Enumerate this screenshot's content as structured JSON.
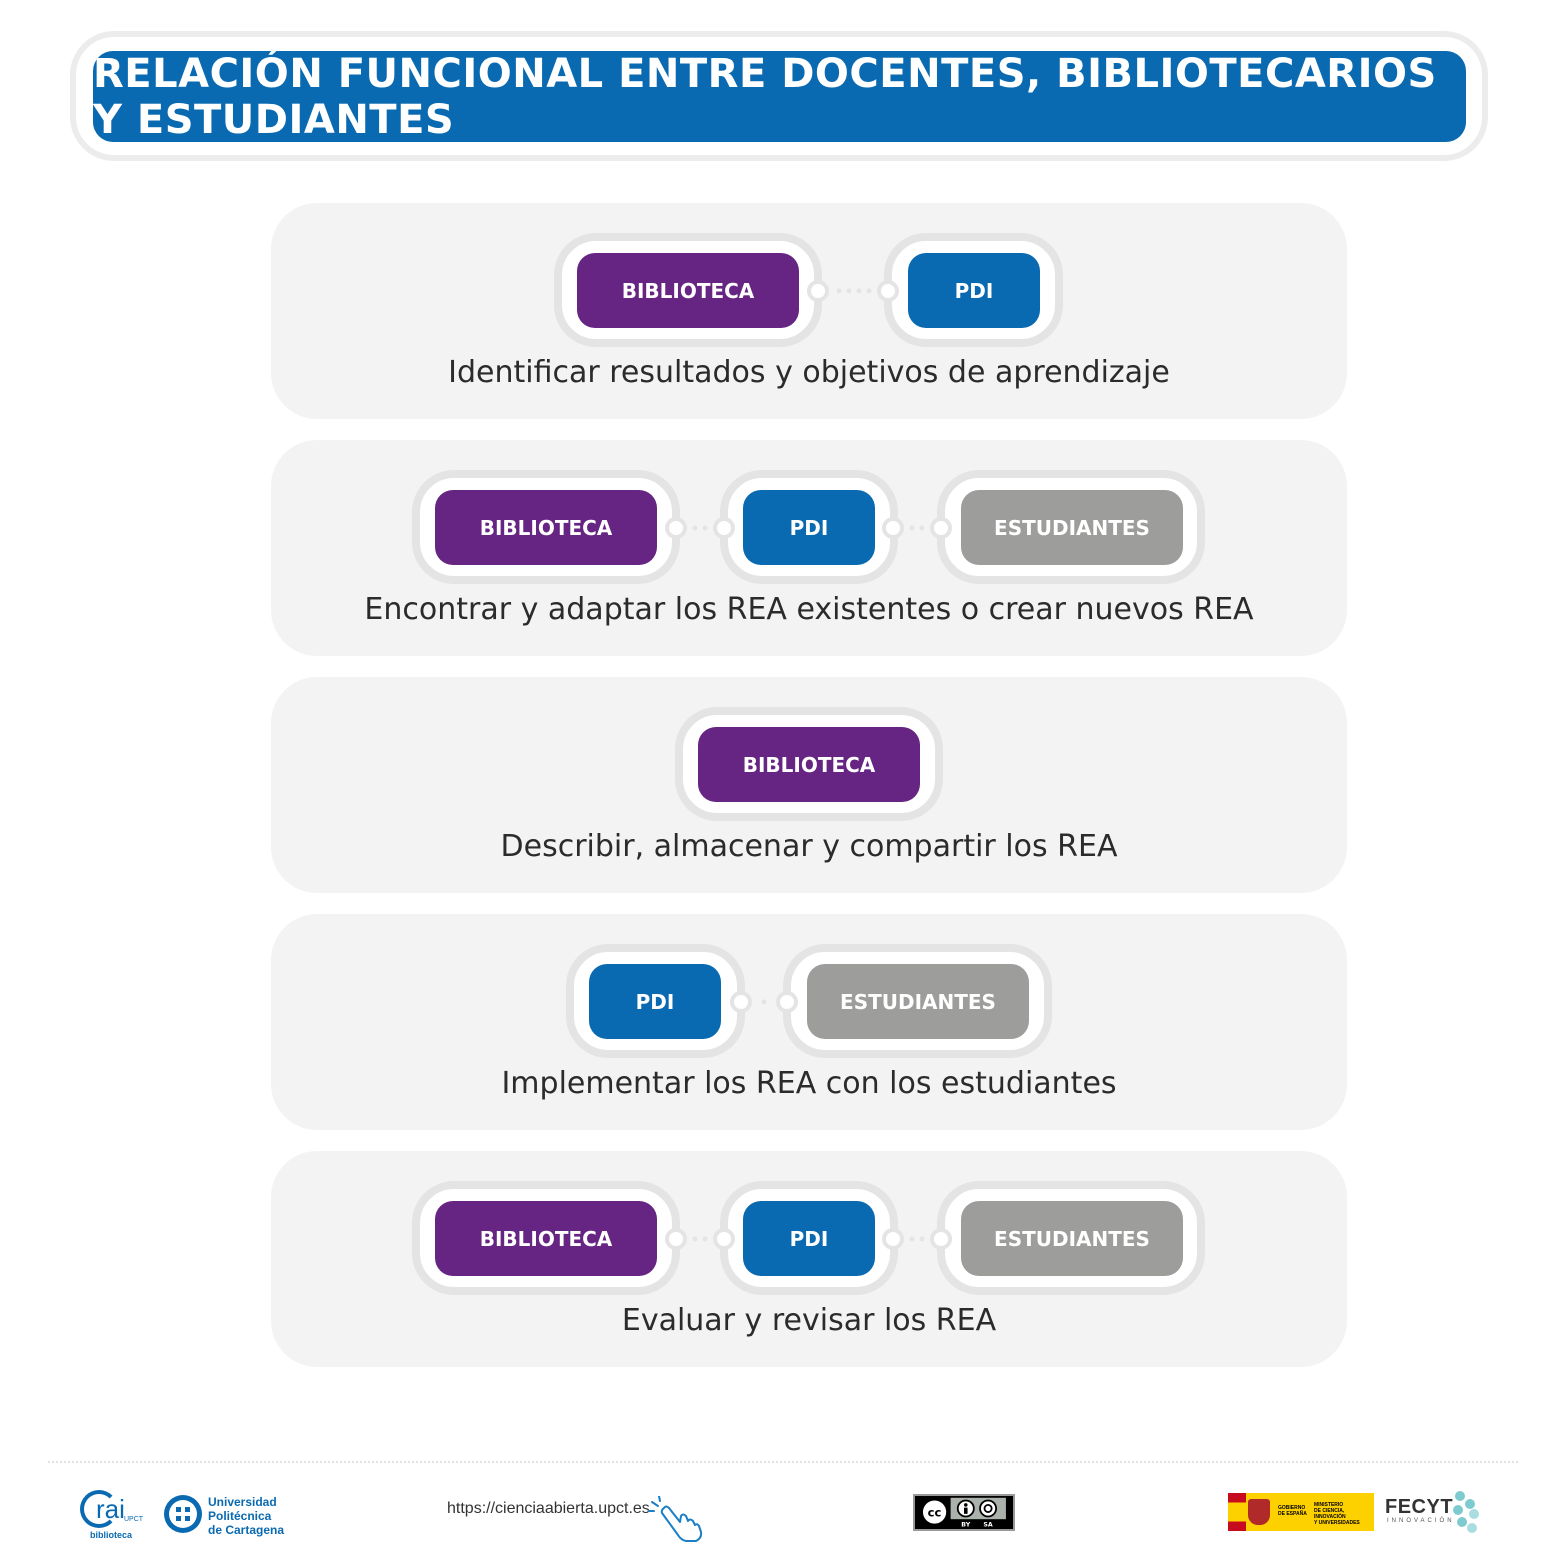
{
  "title": "RELACIÓN FUNCIONAL ENTRE DOCENTES, BIBLIOTECARIOS Y ESTUDIANTES",
  "labels": {
    "biblioteca": "BIBLIOTECA",
    "pdi": "PDI",
    "estudiantes": "ESTUDIANTES"
  },
  "colors": {
    "biblioteca": "#662483",
    "pdi": "#0a6ab1",
    "estudiantes": "#9d9d9c",
    "title_bar": "#0a6ab1"
  },
  "rows": [
    {
      "caption": "Identificar resultados y objetivos de aprendizaje",
      "actors": [
        "BIBLIOTECA",
        "PDI"
      ]
    },
    {
      "caption": "Encontrar y adaptar los REA existentes o crear nuevos REA",
      "actors": [
        "BIBLIOTECA",
        "PDI",
        "ESTUDIANTES"
      ]
    },
    {
      "caption": "Describir, almacenar y compartir los REA",
      "actors": [
        "BIBLIOTECA"
      ]
    },
    {
      "caption": "Implementar los REA con los estudiantes",
      "actors": [
        "PDI",
        "ESTUDIANTES"
      ]
    },
    {
      "caption": "Evaluar y revisar los REA",
      "actors": [
        "BIBLIOTECA",
        "PDI",
        "ESTUDIANTES"
      ]
    }
  ],
  "footer": {
    "crai": {
      "mark": "rai",
      "sub": "biblioteca",
      "tag": "UPCT"
    },
    "upct": {
      "line1": "Universidad",
      "line2": "Politécnica",
      "line3": "de Cartagena"
    },
    "url": "https://cienciaabierta.upct.es",
    "license": {
      "icons": [
        "cc-icon",
        "by-icon",
        "sa-icon"
      ],
      "by": "BY",
      "sa": "SA"
    },
    "gov": {
      "line1": "GOBIERNO",
      "line2": "DE ESPAÑA",
      "line3": "MINISTERIO",
      "line4": "DE CIENCIA, INNOVACIÓN",
      "line5": "Y UNIVERSIDADES"
    },
    "fecyt": {
      "name": "FECYT",
      "sub": "INNOVACIÓN"
    }
  }
}
